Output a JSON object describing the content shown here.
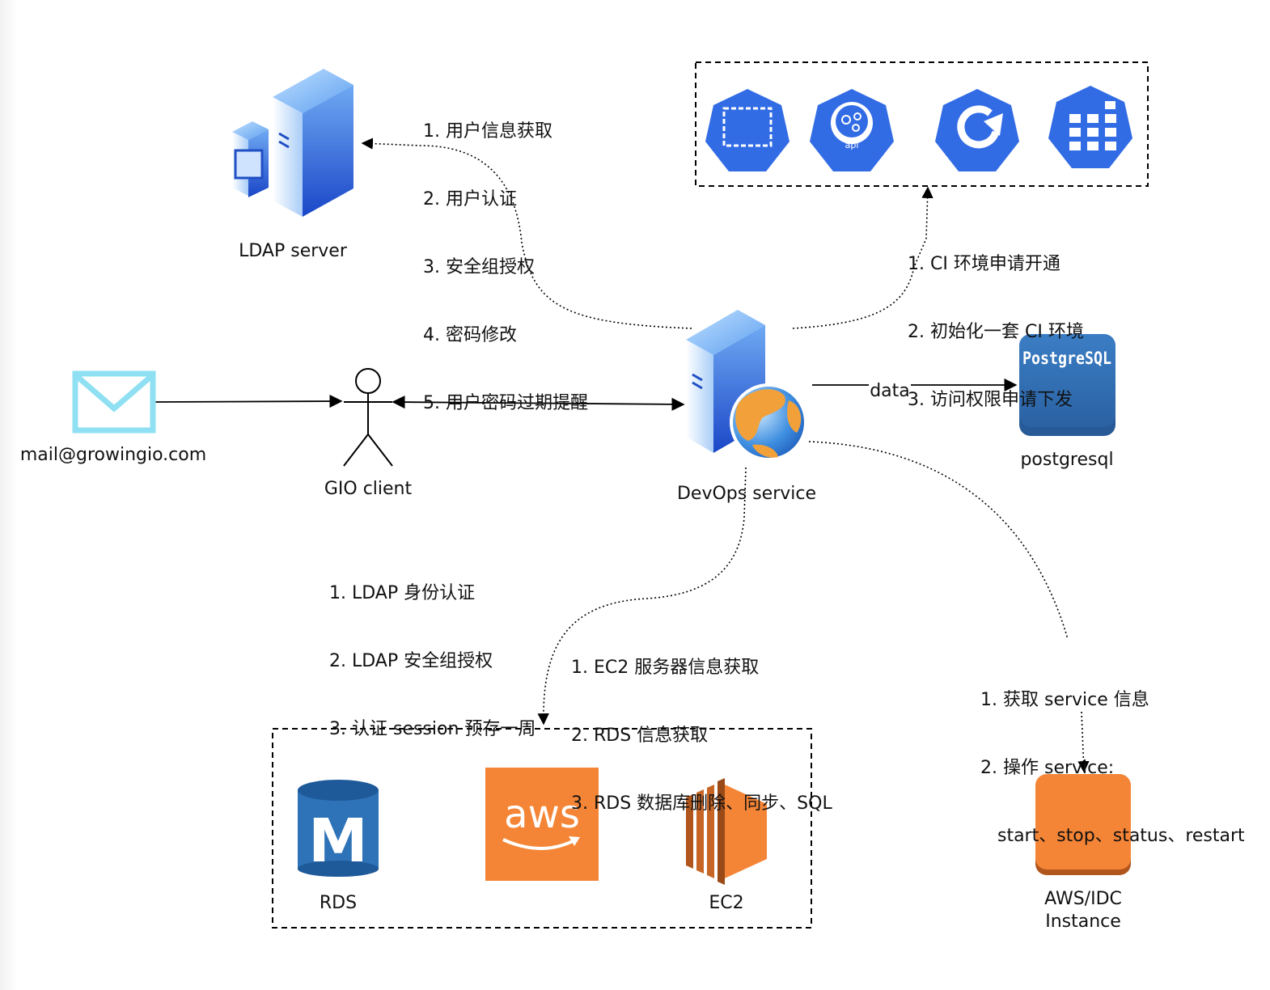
{
  "nodes": {
    "ldap_server": {
      "label": "LDAP server"
    },
    "devops_service": {
      "label": "DevOps service"
    },
    "gio_client": {
      "label": "GIO client"
    },
    "mail": {
      "label": "mail@growingio.com"
    },
    "postgres": {
      "label": "postgresql",
      "logo_text": "PostgreSQL"
    },
    "rds": {
      "label": "RDS",
      "logo_text": "M"
    },
    "aws": {
      "logo_text": "aws"
    },
    "ec2": {
      "label": "EC2"
    },
    "instance": {
      "label_line1": "AWS/IDC",
      "label_line2": "Instance"
    },
    "k8s_api": {
      "logo_text": "api"
    }
  },
  "edges": {
    "data_label": "data"
  },
  "notes": {
    "ldap": [
      "1. 用户信息获取",
      "2. 用户认证",
      "3. 安全组授权",
      "4. 密码修改",
      "5. 用户密码过期提醒"
    ],
    "ci": [
      "1. CI 环境申请开通",
      "2. 初始化一套 CI 环境",
      "3. 访问权限申请下发"
    ],
    "client": [
      "1. LDAP 身份认证",
      "2. LDAP 安全组授权",
      "3. 认证 session 预存一周"
    ],
    "aws": [
      "1. EC2 服务器信息获取",
      "2. RDS 信息获取",
      "3. RDS 数据库删除、同步、SQL"
    ],
    "instance": [
      "1. 获取 service 信息",
      "2. 操作 service:",
      "   start、stop、status、restart"
    ]
  },
  "colors": {
    "k8s_blue": "#326ce5",
    "server_blue": "#2a5fd6",
    "mail_cyan": "#8fe0f2",
    "postgres_blue": "#2e6eb5",
    "aws_orange": "#f58536",
    "rds_blue": "#2e73b8"
  }
}
